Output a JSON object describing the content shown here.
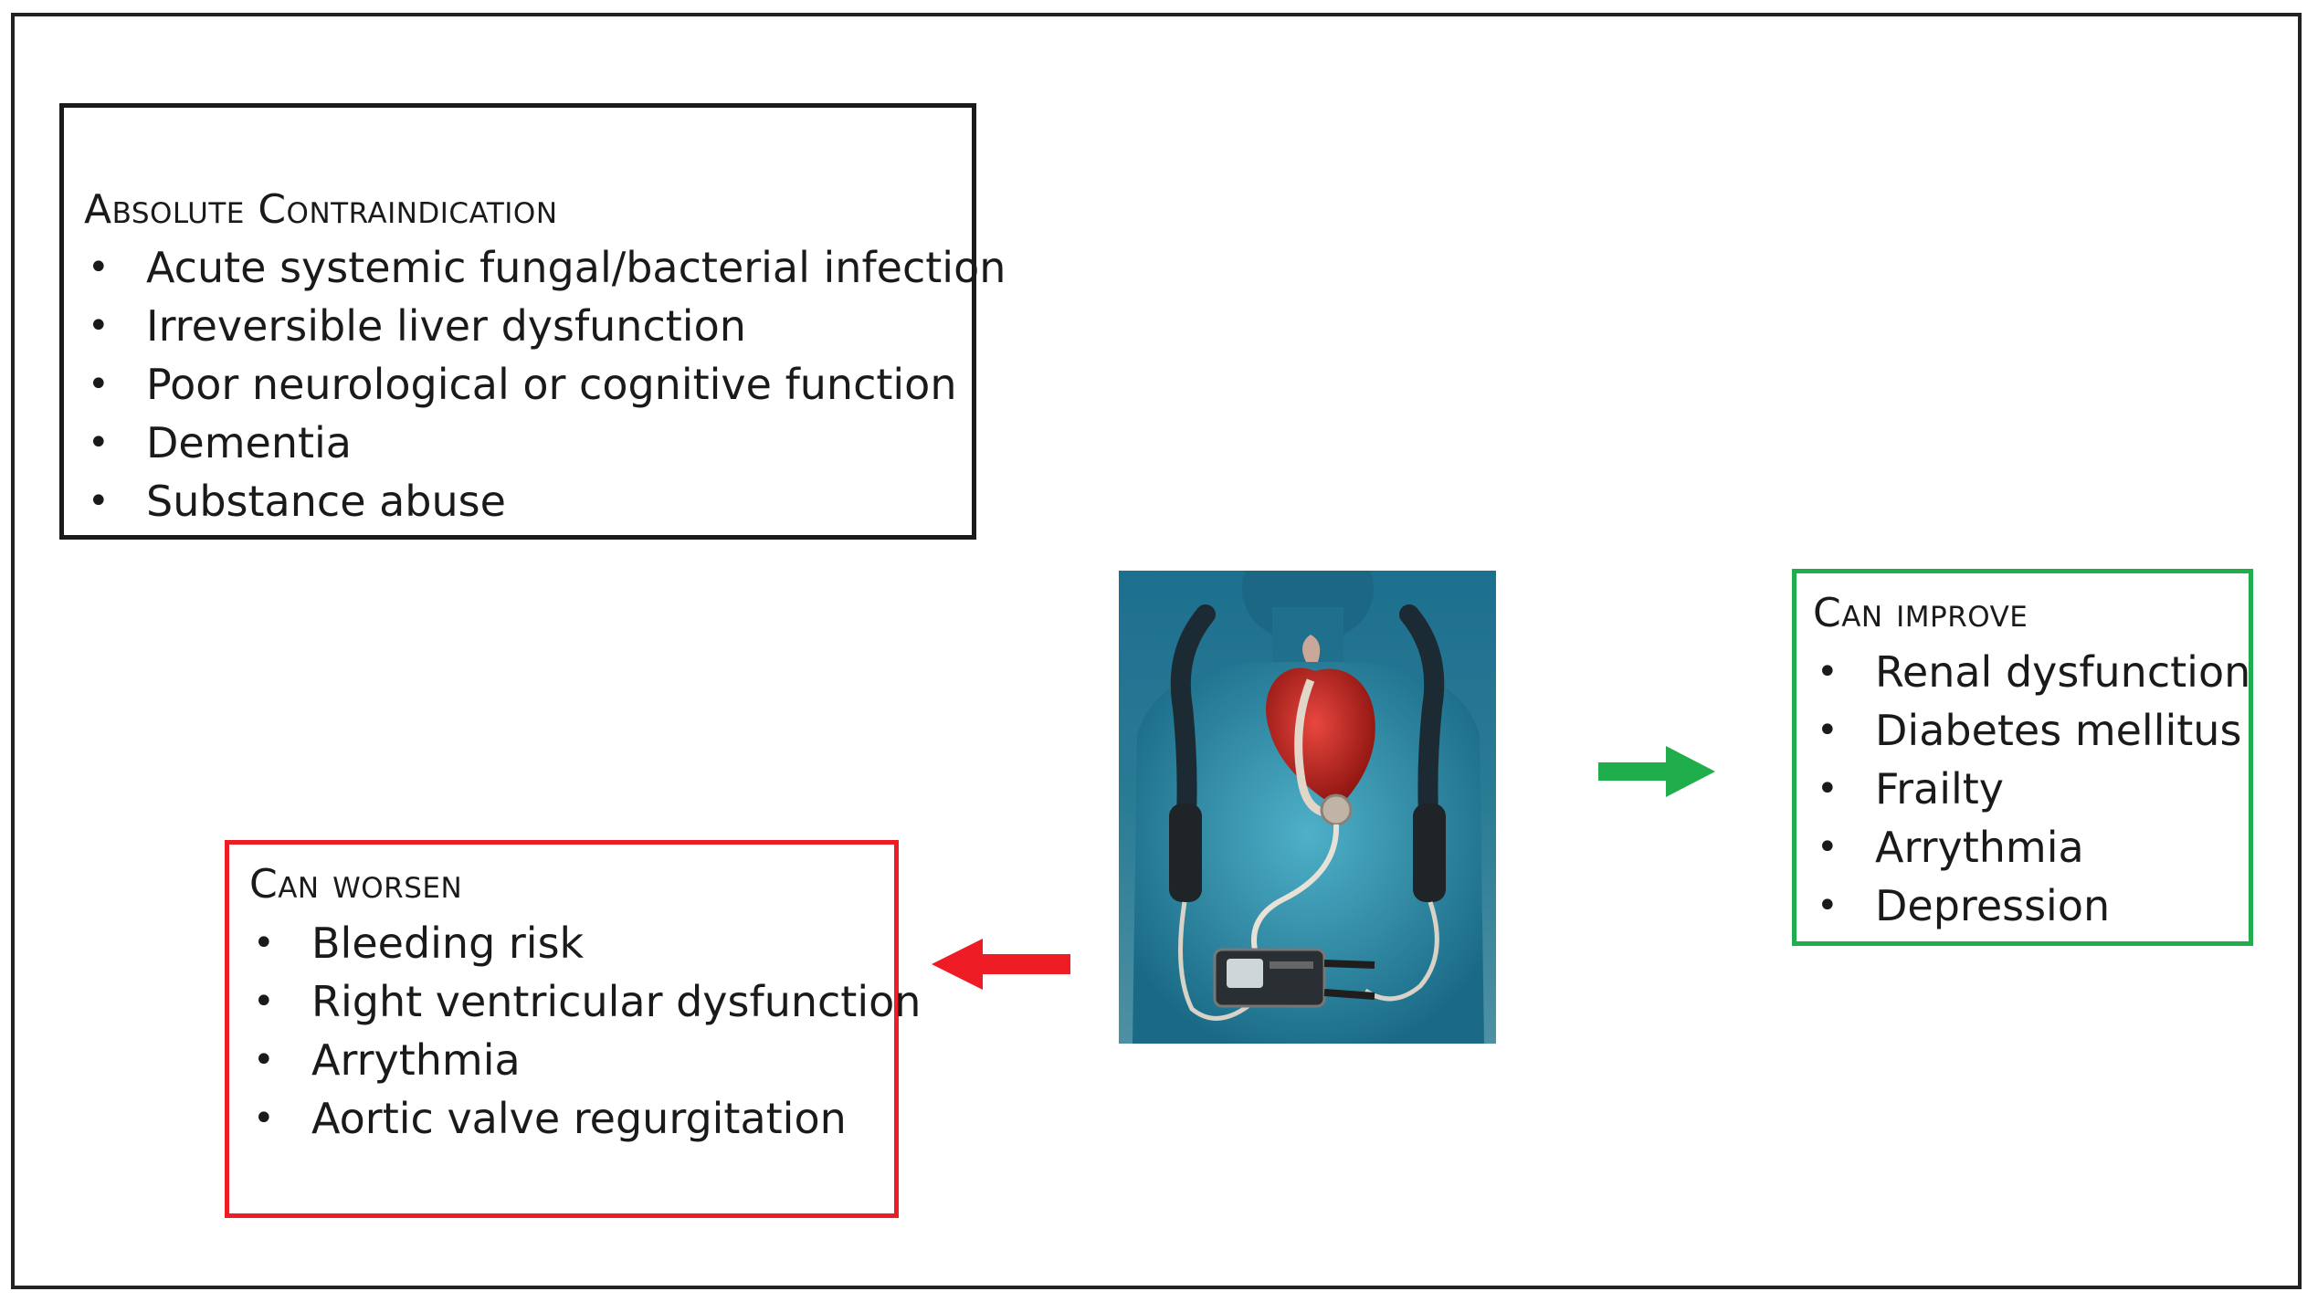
{
  "absolute_contraindication": {
    "title": "Absolute Contraindication",
    "items": [
      "Acute systemic fungal/bacterial infection",
      "Irreversible liver dysfunction",
      "Poor neurological or cognitive function",
      "Dementia",
      "Substance abuse"
    ]
  },
  "can_worsen": {
    "title": "Can worsen",
    "items": [
      "Bleeding risk",
      "Right ventricular dysfunction",
      "Arrythmia",
      "Aortic valve regurgitation"
    ],
    "color": "#ee1c24"
  },
  "can_improve": {
    "title": "Can improve",
    "items": [
      "Renal dysfunction",
      "Diabetes mellitus",
      "Frailty",
      "Arrythmia",
      "Depression"
    ],
    "color": "#1fae4b"
  },
  "illustration": {
    "icon": "lvad-heart-pump-illustration"
  }
}
